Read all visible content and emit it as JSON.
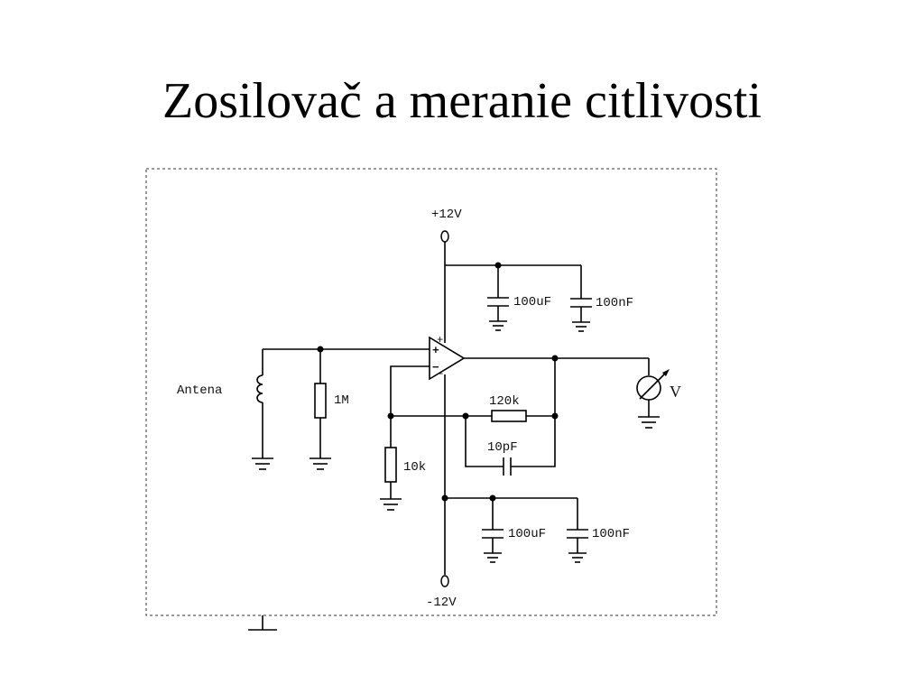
{
  "slide": {
    "title": "Zosilovač a meranie citlivosti"
  },
  "schematic": {
    "supply_positive": "+12V",
    "supply_negative": "-12V",
    "antenna_label": "Antena",
    "opamp_plus": "+",
    "opamp_minus": "−",
    "opamp_plus_outer": "+",
    "opamp_minus_outer": "−",
    "components": {
      "r_input": "1M",
      "r_ground": "10k",
      "r_feedback": "120k",
      "c_feedback": "10pF",
      "c_pos_bulk": "100uF",
      "c_pos_decoup": "100nF",
      "c_neg_bulk": "100uF",
      "c_neg_decoup": "100nF"
    },
    "meter_label": "V"
  }
}
